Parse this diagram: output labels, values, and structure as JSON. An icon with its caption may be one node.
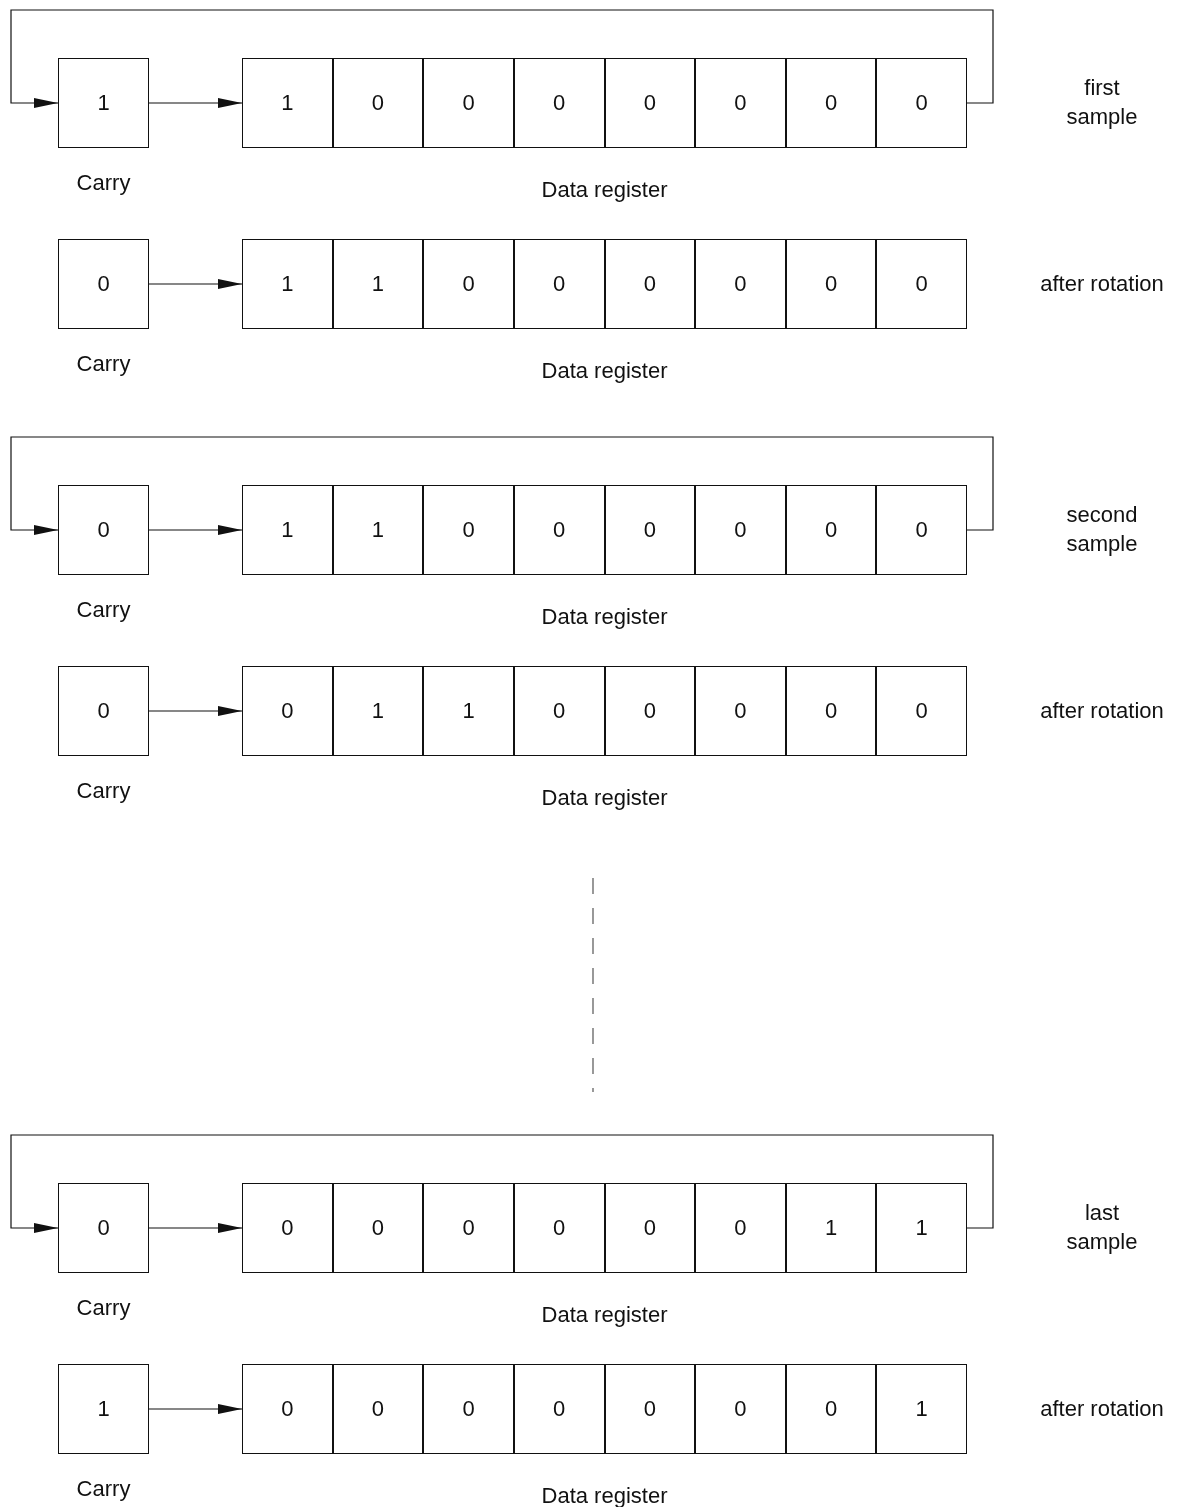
{
  "diagram": {
    "nodes": [
      {
        "text": [
          "1"
        ],
        "beside": [
          "Carry"
        ]
      },
      {
        "text": [
          "Data register"
        ]
      },
      {
        "text": [
          "1"
        ],
        "in": 1
      },
      {
        "text": [
          "0"
        ],
        "in": 1
      },
      {
        "text": [
          "0"
        ],
        "in": 1
      },
      {
        "text": [
          "0"
        ],
        "in": 1
      },
      {
        "text": [
          "0"
        ],
        "in": 1
      },
      {
        "text": [
          "0"
        ],
        "in": 1
      },
      {
        "text": [
          "0"
        ],
        "in": 1
      },
      {
        "text": [
          "0"
        ],
        "in": 1
      },
      {
        "text": [
          "0"
        ],
        "beside": [
          "Carry"
        ]
      },
      {
        "text": [
          "Data register"
        ]
      },
      {
        "text": [
          "1"
        ],
        "in": 11
      },
      {
        "text": [
          "1"
        ],
        "in": 11
      },
      {
        "text": [
          "0"
        ],
        "in": 11
      },
      {
        "text": [
          "0"
        ],
        "in": 11
      },
      {
        "text": [
          "0"
        ],
        "in": 11
      },
      {
        "text": [
          "0"
        ],
        "in": 11
      },
      {
        "text": [
          "0"
        ],
        "in": 11
      },
      {
        "text": [
          "0"
        ],
        "in": 11
      },
      {
        "text": [
          "0"
        ],
        "beside": [
          "Carry"
        ]
      },
      {
        "text": [
          "Data register"
        ]
      },
      {
        "text": [
          "1"
        ],
        "in": 21
      },
      {
        "text": [
          "1"
        ],
        "in": 21
      },
      {
        "text": [
          "0"
        ],
        "in": 21
      },
      {
        "text": [
          "0"
        ],
        "in": 21
      },
      {
        "text": [
          "0"
        ],
        "in": 21
      },
      {
        "text": [
          "0"
        ],
        "in": 21
      },
      {
        "text": [
          "0"
        ],
        "in": 21
      },
      {
        "text": [
          "0"
        ],
        "in": 21
      },
      {
        "text": [
          "0"
        ],
        "beside": [
          "Carry"
        ]
      },
      {
        "text": [
          "Data register"
        ]
      },
      {
        "text": [
          "0"
        ],
        "in": 31
      },
      {
        "text": [
          "1"
        ],
        "in": 31
      },
      {
        "text": [
          "1"
        ],
        "in": 31
      },
      {
        "text": [
          "0"
        ],
        "in": 31
      },
      {
        "text": [
          "0"
        ],
        "in": 31
      },
      {
        "text": [
          "0"
        ],
        "in": 31
      },
      {
        "text": [
          "0"
        ],
        "in": 31
      },
      {
        "text": [
          "0"
        ],
        "in": 31
      },
      {
        "text": [
          "0"
        ],
        "beside": [
          "Carry"
        ]
      },
      {
        "text": [
          "Data register"
        ]
      },
      {
        "text": [
          "0"
        ],
        "in": 41
      },
      {
        "text": [
          "0"
        ],
        "in": 41
      },
      {
        "text": [
          "0"
        ],
        "in": 41
      },
      {
        "text": [
          "0"
        ],
        "in": 41
      },
      {
        "text": [
          "0"
        ],
        "in": 41
      },
      {
        "text": [
          "0"
        ],
        "in": 41
      },
      {
        "text": [
          "1"
        ],
        "in": 41
      },
      {
        "text": [
          "1"
        ],
        "in": 41
      },
      {
        "text": [
          "1"
        ],
        "beside": [
          "Carry"
        ]
      },
      {
        "text": [
          "Data register"
        ]
      },
      {
        "text": [
          "0"
        ],
        "in": 51
      },
      {
        "text": [
          "0"
        ],
        "in": 51
      },
      {
        "text": [
          "0"
        ],
        "in": 51
      },
      {
        "text": [
          "0"
        ],
        "in": 51
      },
      {
        "text": [
          "0"
        ],
        "in": 51
      },
      {
        "text": [
          "0"
        ],
        "in": 51
      },
      {
        "text": [
          "0"
        ],
        "in": 51
      },
      {
        "text": [
          "1"
        ],
        "in": 51
      }
    ],
    "edges": [
      {
        "from": 9,
        "to": 0,
        "arrow": "to"
      },
      {
        "from": 0,
        "to": 2,
        "arrow": "to"
      },
      {
        "from": 10,
        "to": 12,
        "arrow": "to"
      },
      {
        "from": 29,
        "to": 20,
        "arrow": "to"
      },
      {
        "from": 20,
        "to": 22,
        "arrow": "to"
      },
      {
        "from": 30,
        "to": 32,
        "arrow": "to"
      },
      {
        "from": 49,
        "to": 40,
        "arrow": "to"
      },
      {
        "from": 40,
        "to": 42,
        "arrow": "to"
      },
      {
        "from": 50,
        "to": 52,
        "arrow": "to"
      }
    ],
    "labels": [
      "first sample",
      "after rotation",
      "second sample",
      "after rotation",
      "last sample",
      "after rotation"
    ]
  }
}
